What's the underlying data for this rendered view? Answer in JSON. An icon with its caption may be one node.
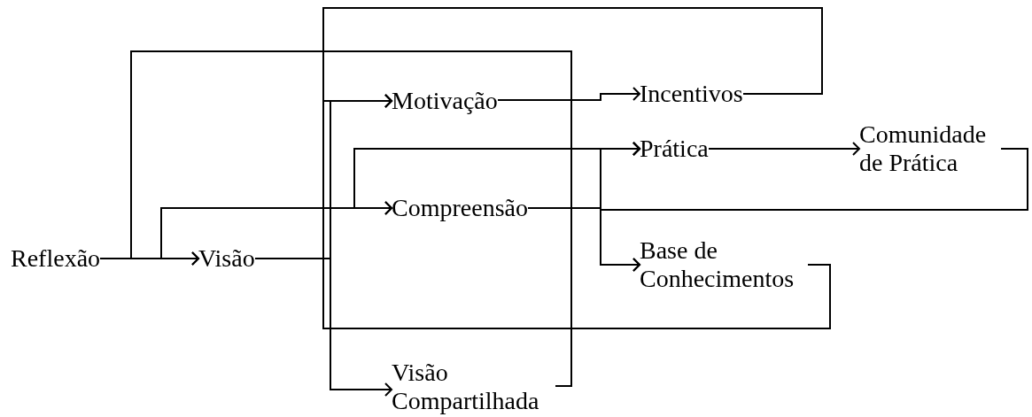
{
  "diagram": {
    "nodes": [
      {
        "text": [
          "Reflexão"
        ]
      },
      {
        "text": [
          "Visão"
        ]
      },
      {
        "text": [
          "Motivação"
        ]
      },
      {
        "text": [
          "Compreensão"
        ]
      },
      {
        "text": [
          "Visão Compartilhada"
        ]
      },
      {
        "text": [
          "Incentivos"
        ]
      },
      {
        "text": [
          "Prática"
        ]
      },
      {
        "text": [
          "Comunidade de Prática"
        ]
      },
      {
        "text": [
          "Base de Conhecimentos"
        ]
      }
    ],
    "edges": [
      {
        "from": 0,
        "to": 1,
        "arrow": "to"
      },
      {
        "from": 0,
        "to": 3,
        "arrow": "to"
      },
      {
        "from": 0,
        "to": 6,
        "arrow": "to"
      },
      {
        "from": 4,
        "to": 1,
        "arrow": "to"
      },
      {
        "from": 4,
        "to": 3,
        "arrow": "to"
      },
      {
        "from": 4,
        "to": 6,
        "arrow": "to"
      },
      {
        "from": 1,
        "to": 2,
        "arrow": "to"
      },
      {
        "from": 1,
        "to": 4,
        "arrow": "to"
      },
      {
        "from": 5,
        "to": 2,
        "arrow": "to"
      },
      {
        "from": 8,
        "to": 2,
        "arrow": "to"
      },
      {
        "from": 2,
        "to": 5,
        "arrow": "to"
      },
      {
        "from": 3,
        "to": 6,
        "arrow": "to"
      },
      {
        "from": 3,
        "to": 8,
        "arrow": "to"
      },
      {
        "from": 7,
        "to": 6,
        "arrow": "to"
      },
      {
        "from": 7,
        "to": 8,
        "arrow": "to"
      },
      {
        "from": 6,
        "to": 7,
        "arrow": "to"
      }
    ]
  }
}
